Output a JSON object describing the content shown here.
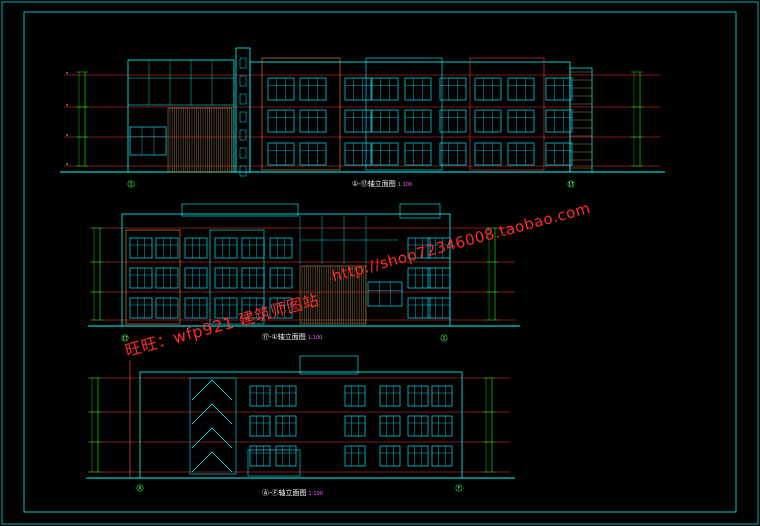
{
  "drawing": {
    "elevations": [
      {
        "title": "①-⑰轴立面图",
        "scale": "1:100"
      },
      {
        "title": "⑰-①轴立面图",
        "scale": "1:100"
      },
      {
        "title": "Ⓐ-Ⓕ轴立面图",
        "scale": "1:100"
      }
    ],
    "axis_marks": [
      "1",
      "17",
      "17",
      "1",
      "A",
      "F"
    ],
    "colors": {
      "background": "#000000",
      "frame": "#00c8c8",
      "building": "#00ffff",
      "window": "#00e5ff",
      "level_line": "#ff3030",
      "dim": "#00ff00",
      "cladding": "#c8a050",
      "wall_accent": "#ff4040"
    }
  },
  "watermark": {
    "line1": "旺旺：wfp921  建筑师图站",
    "line2": "http://shop72346008.taobao.com"
  }
}
